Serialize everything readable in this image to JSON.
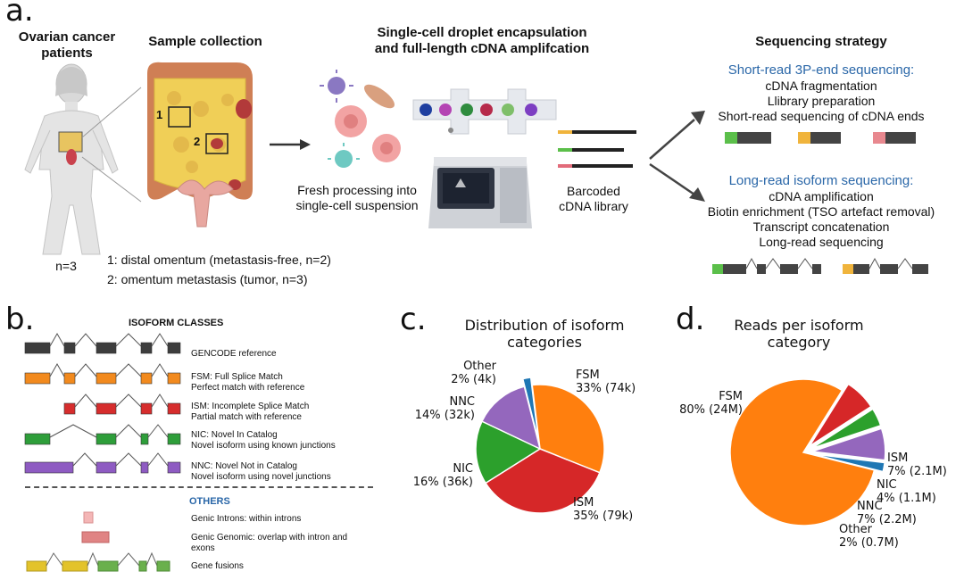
{
  "panel_a": {
    "letter": "a.",
    "patients_title": [
      "Ovarian cancer",
      "patients"
    ],
    "patients_n": "n=3",
    "sample_title": "Sample collection",
    "site1_num": "1",
    "site2_num": "2",
    "legend1": "1: distal omentum (metastasis-free, n=2)",
    "legend2": "2:  omentum metastasis (tumor, n=3)",
    "fresh_label": [
      "Fresh processing into",
      "single-cell suspension"
    ],
    "droplet_title": [
      "Single-cell droplet encapsulation",
      "and full-length cDNA amplifcation"
    ],
    "barcoded_label": [
      "Barcoded",
      "cDNA library"
    ],
    "seq_title": "Sequencing strategy",
    "short_title": "Short-read 3P-end sequencing:",
    "short_steps": [
      "cDNA fragmentation",
      "Llibrary preparation",
      "Short-read sequencing of cDNA ends"
    ],
    "long_title": "Long-read isoform sequencing:",
    "long_steps": [
      "cDNA amplification",
      "Biotin enrichment (TSO artefact removal)",
      "Transcript concatenation",
      "Long-read sequencing"
    ]
  },
  "panel_b": {
    "letter": "b.",
    "title": "ISOFORM CLASSES",
    "classes": [
      {
        "line1": "GENCODE reference",
        "line2": "",
        "color": "#3d3d3d"
      },
      {
        "line1": "FSM: Full Splice Match",
        "line2": "Perfect match with reference",
        "color": "#f28a1e"
      },
      {
        "line1": "ISM: Incomplete Splice Match",
        "line2": "Partial match with reference",
        "color": "#d62d2d"
      },
      {
        "line1": "NIC: Novel In Catalog",
        "line2": "Novel isoform using known junctions",
        "color": "#2e9e3a"
      },
      {
        "line1": "NNC: Novel Not in Catalog",
        "line2": "Novel isoform using novel junctions",
        "color": "#8e5bc2"
      }
    ],
    "others_title": "OTHERS",
    "others": [
      {
        "line1": "Genic Introns: within introns",
        "line2": ""
      },
      {
        "line1": "Genic Genomic: overlap with intron and",
        "line2": "exons"
      },
      {
        "line1": "Gene fusions",
        "line2": ""
      }
    ],
    "others_colors": {
      "intron": "#f4b6b6",
      "genomic": "#e08484",
      "fusion_a": "#e3c32a",
      "fusion_b": "#6ab04c"
    }
  },
  "chart_data": [
    {
      "panel": "c.",
      "type": "pie",
      "title": "Distribution of isoform categories",
      "title_lines": [
        "Distribution of isoform",
        "categories"
      ],
      "slices": [
        {
          "name": "FSM",
          "percent": 33,
          "label": "33% (74k)",
          "color": "#ff7f0e",
          "explode": 0
        },
        {
          "name": "ISM",
          "percent": 35,
          "label": "35% (79k)",
          "color": "#d62728",
          "explode": 0
        },
        {
          "name": "NIC",
          "percent": 16,
          "label": "16% (36k)",
          "color": "#2ca02c",
          "explode": 0
        },
        {
          "name": "NNC",
          "percent": 14,
          "label": "14% (32k)",
          "color": "#9467bd",
          "explode": 0
        },
        {
          "name": "Other",
          "percent": 2,
          "label": "2% (4k)",
          "color": "#1f77b4",
          "explode": 0.12
        }
      ]
    },
    {
      "panel": "d.",
      "type": "pie",
      "title": "Reads per isoform category",
      "title_lines": [
        "Reads per isoform",
        "category"
      ],
      "slices": [
        {
          "name": "FSM",
          "percent": 80,
          "label": "80% (24M)",
          "color": "#ff7f0e",
          "explode": 0
        },
        {
          "name": "ISM",
          "percent": 7,
          "label": "7% (2.1M)",
          "color": "#d62728",
          "explode": 0.2
        },
        {
          "name": "NIC",
          "percent": 4,
          "label": "4% (1.1M)",
          "color": "#2ca02c",
          "explode": 0.2
        },
        {
          "name": "NNC",
          "percent": 7,
          "label": "7% (2.2M)",
          "color": "#9467bd",
          "explode": 0.2
        },
        {
          "name": "Other",
          "percent": 2,
          "label": "2% (0.7M)",
          "color": "#1f77b4",
          "explode": 0.2
        }
      ]
    }
  ]
}
